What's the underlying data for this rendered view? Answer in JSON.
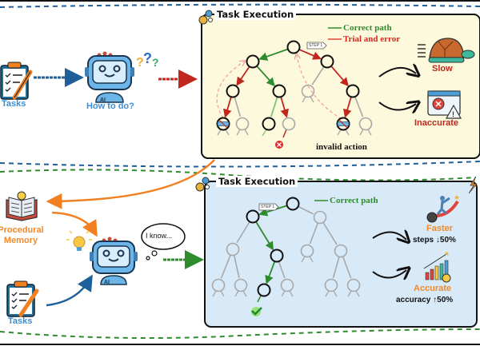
{
  "top_section": {
    "tasks_label": "Tasks",
    "agent_label": "How to do?",
    "panel_title": "Task Execution",
    "legend": {
      "correct": "Correct path",
      "trial": "Trial and error"
    },
    "step_tag": "STEP 1",
    "invalid_label": "invalid action",
    "outcome_slow": "Slow",
    "outcome_inaccurate": "Inaccurate"
  },
  "bottom_section": {
    "memory_label_line1": "Procedural",
    "memory_label_line2": "Memory",
    "tasks_label": "Tasks",
    "thought": "I know...",
    "panel_title": "Task Execution",
    "legend": {
      "correct": "Correct path"
    },
    "step_tag": "STEP 1",
    "outcome_faster": "Faster",
    "steps_metric": "steps ↓50%",
    "outcome_accurate": "Accurate",
    "accuracy_metric": "accuracy ↑50%"
  },
  "robot_badge": "AI",
  "colors": {
    "blue_dash": "#1f5f99",
    "green_dash": "#2e8b2e",
    "correct": "#2e8b2e",
    "trial": "#c0281e",
    "orange": "#f08020",
    "top_panel_bg": "#fdf9dc",
    "bottom_panel_bg": "#d8e9f8",
    "label_blue": "#3a8fd8",
    "label_red": "#c0281e",
    "label_orange": "#f08a2a"
  }
}
